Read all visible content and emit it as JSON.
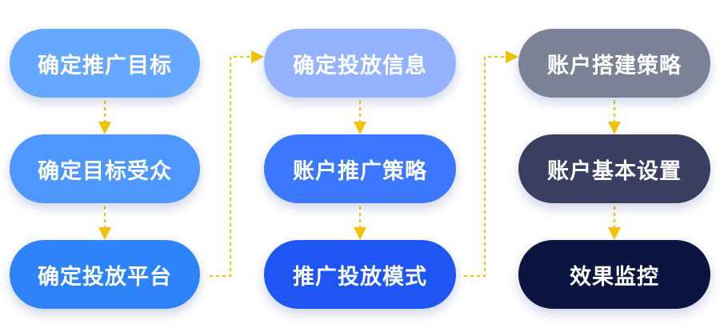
{
  "colors": {
    "connector": "#f2c200"
  },
  "columns": [
    {
      "nodes": [
        {
          "label": "确定推广目标",
          "color": "#66a8ff"
        },
        {
          "label": "确定目标受众",
          "color": "#4d97ff"
        },
        {
          "label": "确定投放平台",
          "color": "#2d83f7"
        }
      ]
    },
    {
      "nodes": [
        {
          "label": "确定投放信息",
          "color": "#94b2ff"
        },
        {
          "label": "账户推广策略",
          "color": "#3c78ff"
        },
        {
          "label": "推广投放模式",
          "color": "#1f55f2"
        }
      ]
    },
    {
      "nodes": [
        {
          "label": "账户搭建策略",
          "color": "#7c8296"
        },
        {
          "label": "账户基本设置",
          "color": "#3a3f62"
        },
        {
          "label": "效果监控",
          "color": "#0c1540"
        }
      ]
    }
  ]
}
